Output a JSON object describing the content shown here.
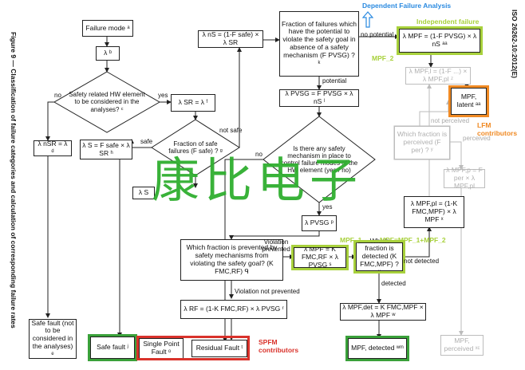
{
  "figure_caption": "Figure 9 — Classification of failure categories and calculation of corresponding failure rates",
  "standard_ref": "ISO 26262-10:2012(E)",
  "annotations": {
    "dependent_failure": "Dependent Failure Analysis",
    "independent_failure": "Independent failure",
    "lfm": "LFM contributors",
    "spfm": "SPFM contributors",
    "mpf_1": "MPF_1",
    "mpf_2": "MPF_2",
    "mpf_sum": "MPF=MPF_1+MPF_2",
    "watermark": "康比电子"
  },
  "nodes": {
    "failure_mode": "Failure mode ᵃ",
    "lambda": "λ ᵇ",
    "safety_related_q": "Safety related HW element to be considered in the analyses? ᶜ",
    "lambda_nsr": "λ nSR = λ ᵈ",
    "lambda_sr": "λ SR = λ ᶠ",
    "fraction_safe_q": "Fraction of safe failures (F safe) ? ᵍ",
    "lambda_s": "λ S = F safe × λ SR ʰ",
    "lambda_ns": "λ nS = (1-F safe) × λ SR",
    "lambda_partial": "λ S",
    "fraction_pvsg": "Fraction of failures which have the potential to violate the safety goal in absence of a safety mechanism (F PVSG) ? ᵏ",
    "lambda_pvsg_top": "λ PVSG = F PVSG × λ nS ˡ",
    "safety_mechanism_q": "Is there any safety mechanism in place to control failure modes of the HW element (yes / no)",
    "lambda_pvsg_mid": "λ PVSG ᵖ",
    "prevented_fraction_q": "Which fraction is prevented by safety mechanisms from violating the safety goal? (K FMC,RF) ᑫ",
    "lambda_mpf_rf": "λ MPF = K FMC,RF × λ PVSG ˢ",
    "lambda_rf": "λ RF = (1-K FMC,RF) × λ PVSG ʳ",
    "detected_fraction_q": "Which fraction is detected (K FMC,MPF) ? ᵘ",
    "lambda_mpf_top": "λ MPF = (1-F PVSG) × λ nS ᵃᵃ",
    "lambda_mpf_latent_calc": "λ MPF,l = (1-F ...) × λ MPF,pl ᶻ",
    "mpf_latent": "MPF, latent ᵃᵃ",
    "perceived_q": "Which fraction is perceived (F per) ? ʸ",
    "lambda_mpf_perceived_calc": "λ MPF,p = F per × λ MPF,pl",
    "lambda_mpf_pl": "λ MPF,pl = (1-K FMC,MPF) × λ MPF ˣ",
    "lambda_mpf_det": "λ MPF,det = K FMC,MPF × λ MPF ʷ",
    "safe_fault_nc": "Safe fault (not to be considered in the analyses) ᵉ",
    "safe_fault": "Safe fault ʲ",
    "single_point_fault": "Single Point Fault ᵒ",
    "residual_fault": "Residual Fault ᵗ",
    "mpf_detected": "MPF, detected ʷᵐ",
    "mpf_perceived": "MPF, perceived ˣᶜ"
  },
  "edge_labels": {
    "no": "no",
    "yes": "yes",
    "safe": "safe",
    "not_safe": "not safe",
    "no_potential": "no potential",
    "potential": "potential",
    "violation_prevented": "Violation prevented",
    "violation_not_prevented": "Violation not prevented",
    "not_detected": "not detected",
    "detected": "detected",
    "not_perceived": "not perceived",
    "perceived": "perceived",
    "no_sm": "no",
    "yes_sm": "yes"
  },
  "colors": {
    "green": "#3aa13a",
    "lime": "#a8d13c",
    "red": "#d9322b",
    "orange": "#f08a24",
    "blue": "#2a8ae0",
    "watermark": "#2fae2f"
  }
}
